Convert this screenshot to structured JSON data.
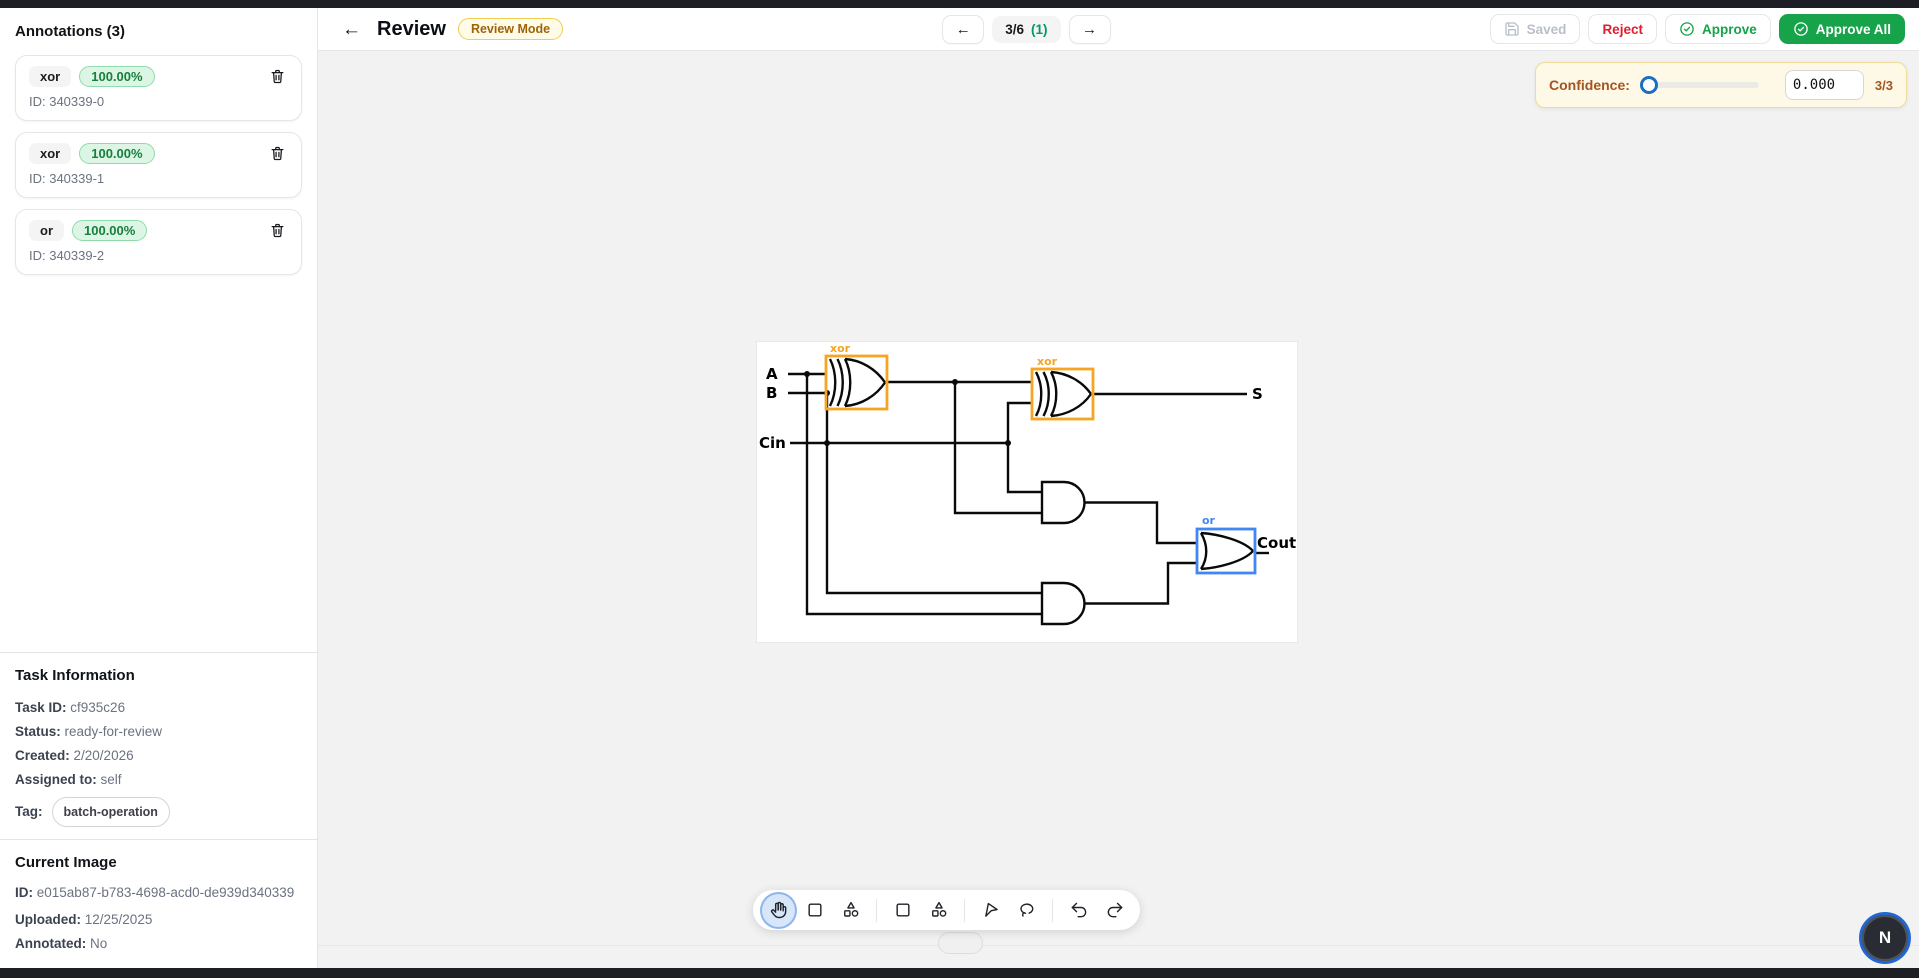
{
  "header": {
    "back_icon": "←",
    "title": "Review",
    "mode_badge": "Review Mode",
    "nav": {
      "prev_icon": "←",
      "position": "3/6",
      "count": "(1)",
      "next_icon": "→"
    },
    "actions": {
      "saved": "Saved",
      "reject": "Reject",
      "approve": "Approve",
      "approve_all": "Approve All"
    }
  },
  "confidence_panel": {
    "label": "Confidence:",
    "value": "0.000",
    "counter": "3/3"
  },
  "sidebar": {
    "annotations_title": "Annotations (3)",
    "annotations": [
      {
        "label": "xor",
        "confidence": "100.00%",
        "id": "ID: 340339-0"
      },
      {
        "label": "xor",
        "confidence": "100.00%",
        "id": "ID: 340339-1"
      },
      {
        "label": "or",
        "confidence": "100.00%",
        "id": "ID: 340339-2"
      }
    ],
    "task_info": {
      "title": "Task Information",
      "task_id_label": "Task ID:",
      "task_id": "cf935c26",
      "status_label": "Status:",
      "status": "ready-for-review",
      "created_label": "Created:",
      "created": "2/20/2026",
      "assigned_label": "Assigned to:",
      "assigned": "self",
      "tag_label": "Tag:",
      "tag": "batch-operation"
    },
    "current_image": {
      "title": "Current Image",
      "id_label": "ID:",
      "id": "e015ab87-b783-4698-acd0-de939d340339",
      "uploaded_label": "Uploaded:",
      "uploaded": "12/25/2025",
      "annotated_label": "Annotated:",
      "annotated": "No"
    }
  },
  "diagram": {
    "input_a": "A",
    "input_b": "B",
    "input_cin": "Cin",
    "output_s": "S",
    "output_cout": "Cout",
    "annotations": [
      {
        "label": "xor",
        "color": "#f5a524"
      },
      {
        "label": "xor",
        "color": "#f5a524"
      },
      {
        "label": "or",
        "color": "#4285f4"
      }
    ]
  },
  "toolbar": {
    "active_tool": "hand",
    "tools": [
      "hand-icon",
      "rectangle-icon",
      "shapes-icon",
      "rectangle-icon",
      "shapes-icon",
      "cursor-icon",
      "lasso-icon",
      "undo-icon",
      "redo-icon"
    ]
  },
  "avatar": {
    "initial": "N"
  },
  "colors": {
    "accent_green": "#16a34a",
    "badge_amber": "#a16207",
    "xor_box": "#f5a524",
    "or_box": "#4285f4"
  }
}
